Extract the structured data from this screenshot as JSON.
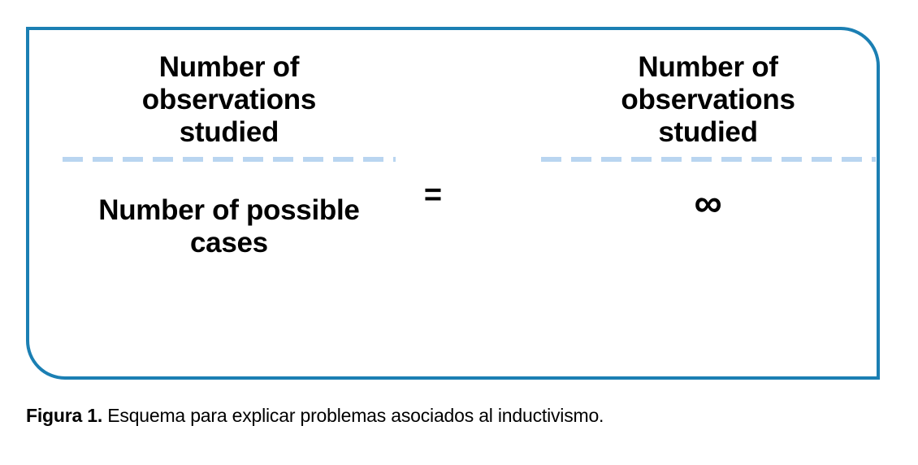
{
  "figure": {
    "border_color": "#1b7fb3",
    "fraction_bar_color": "#b9d5f0",
    "text_color": "#000000",
    "left_fraction": {
      "numerator_line1": "Number of",
      "numerator_line2": "observations",
      "numerator_line3": "studied",
      "denominator_line1": "Number of possible",
      "denominator_line2": "cases"
    },
    "operator": "=",
    "right_fraction": {
      "numerator_line1": "Number of",
      "numerator_line2": "observations",
      "numerator_line3": "studied",
      "denominator_line1": "∞"
    }
  },
  "caption": {
    "label": "Figura 1.",
    "text": " Esquema para explicar problemas asociados al inductivismo."
  }
}
